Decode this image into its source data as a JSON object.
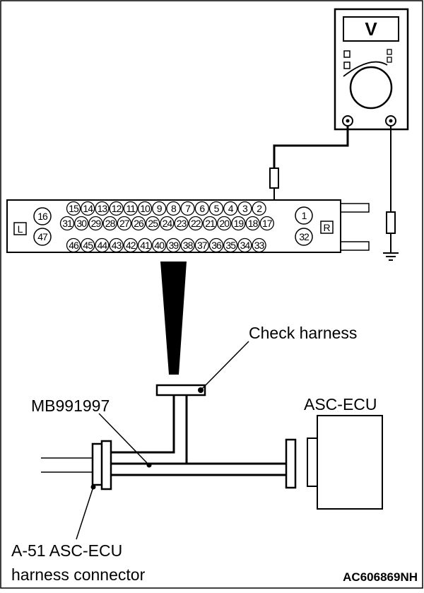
{
  "meter": {
    "symbol": "V"
  },
  "connector": {
    "left_tag": "L",
    "right_tag": "R",
    "left_pins": [
      "16",
      "47"
    ],
    "right_pins": [
      "1",
      "32"
    ],
    "row_top": [
      "15",
      "14",
      "13",
      "12",
      "11",
      "10",
      "9",
      "8",
      "7",
      "6",
      "5",
      "4",
      "3",
      "2"
    ],
    "row_mid": [
      "31",
      "30",
      "29",
      "28",
      "27",
      "26",
      "25",
      "24",
      "23",
      "22",
      "21",
      "20",
      "19",
      "18",
      "17"
    ],
    "row_bot": [
      "46",
      "45",
      "44",
      "43",
      "42",
      "41",
      "40",
      "39",
      "38",
      "37",
      "36",
      "35",
      "34",
      "33"
    ]
  },
  "labels": {
    "check_harness": "Check harness",
    "tool": "MB991997",
    "ecu": "ASC-ECU",
    "harness_line1": "A-51 ASC-ECU",
    "harness_line2": "harness connector",
    "figure_code": "AC606869NH"
  }
}
